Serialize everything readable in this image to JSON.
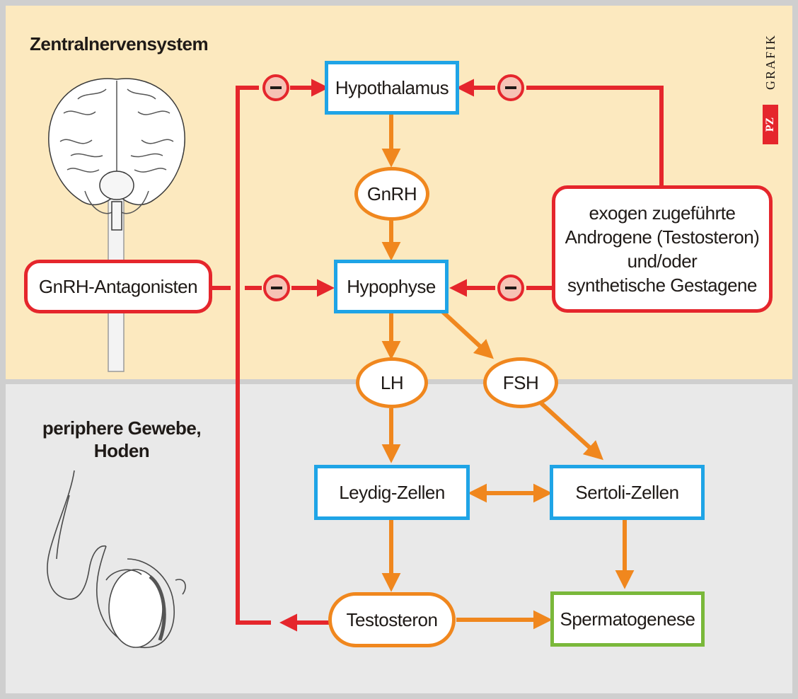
{
  "regions": {
    "top_label": "Zentralnervensystem",
    "bottom_label_line1": "periphere Gewebe,",
    "bottom_label_line2": "Hoden"
  },
  "nodes": {
    "hypothalamus": "Hypothalamus",
    "gnrh": "GnRH",
    "hypophyse": "Hypophyse",
    "lh": "LH",
    "fsh": "FSH",
    "leydig": "Leydig-Zellen",
    "sertoli": "Sertoli-Zellen",
    "testosteron": "Testosteron",
    "spermatogenese": "Spermatogenese",
    "antagonisten": "GnRH-Antagonisten",
    "exogen_line1": "exogen zugeführte",
    "exogen_line2": "Androgene (Testosteron)",
    "exogen_line3": "und/oder",
    "exogen_line4": "synthetische Gestagene"
  },
  "inhibition_symbol": "–",
  "logo": {
    "brand": "PZ",
    "text": "GRAFIK"
  },
  "icons": [
    "brain-illustration",
    "testis-illustration"
  ],
  "colors": {
    "top_background": "#fce9bf",
    "bottom_background": "#e9e9e9",
    "blue_border": "#1fa4e6",
    "green_border": "#7ab83a",
    "red": "#e5262c",
    "orange": "#f0871e",
    "inhibit_fill": "#f6c3b5"
  }
}
